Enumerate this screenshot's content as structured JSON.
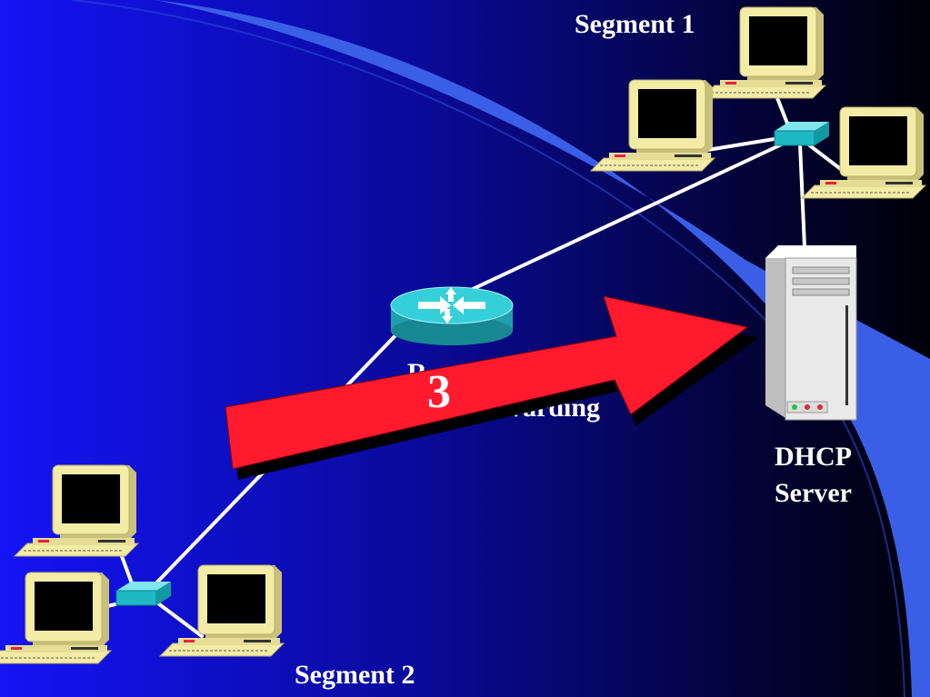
{
  "diagram": {
    "colors": {
      "background_left": "#1010f0",
      "background_right": "#000010",
      "curve_band": "#3b63e8",
      "pc_body": "#f2e9a0",
      "hub": "#1fb9c4",
      "router": "#2fc4cf",
      "arrow": "#ff1a2e",
      "link": "#ffffff",
      "server": "#e8e8e8"
    },
    "labels": {
      "segment1": "Segment 1",
      "segment2": "Segment 2",
      "router_top": "R",
      "router_bottom": "varding",
      "dhcp_line1": "DHCP",
      "dhcp_line2": "Server",
      "step": "3"
    },
    "icons": [
      "pc-icon",
      "hub-icon",
      "router-icon",
      "server-icon",
      "arrow-icon"
    ]
  }
}
